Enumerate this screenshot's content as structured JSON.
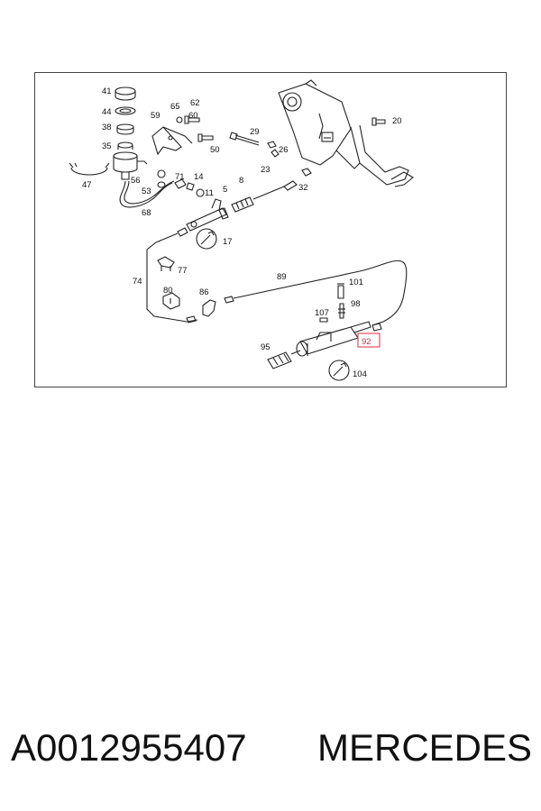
{
  "diagram": {
    "callouts": {
      "c41": "41",
      "c44": "44",
      "c38": "38",
      "c35": "35",
      "c65": "65",
      "c62": "62",
      "c59": "59",
      "c60": "60",
      "c50": "50",
      "c29": "29",
      "c26": "26",
      "c23": "23",
      "c20": "20",
      "c47": "47",
      "c56": "56",
      "c53": "53",
      "c71": "71",
      "c14": "14",
      "c11": "11",
      "c5": "5",
      "c8": "8",
      "c32": "32",
      "c68": "68",
      "c17": "17",
      "c74": "74",
      "c77": "77",
      "c89": "89",
      "c101": "101",
      "c98": "98",
      "c80": "80",
      "c86": "86",
      "c107": "107",
      "c92": "92",
      "c95": "95",
      "c104": "104"
    },
    "highlighted_callout": "92",
    "highlight_color": "#e05060"
  },
  "caption": {
    "part_number": "A0012955407",
    "brand": "MERCEDES"
  }
}
